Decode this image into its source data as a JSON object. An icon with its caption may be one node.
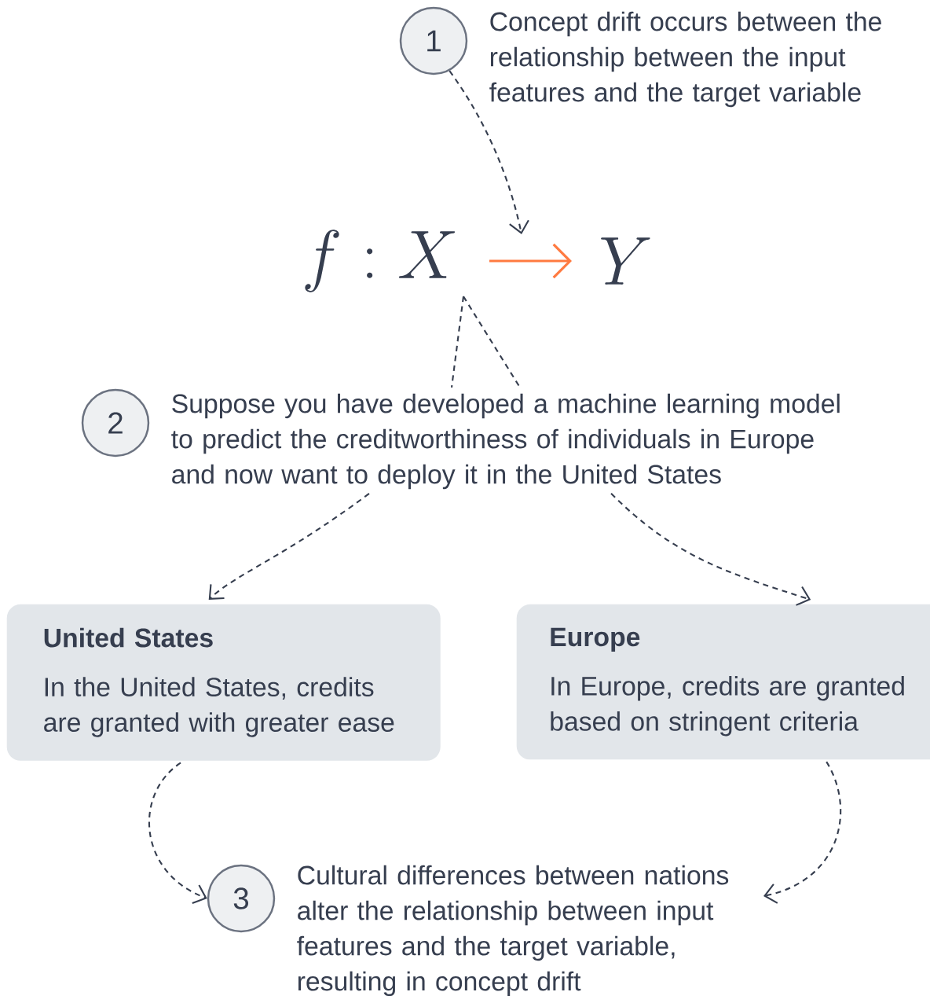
{
  "diagram": {
    "nodes": [
      {
        "text": [
          "1"
        ]
      },
      {
        "text": [
          "Concept drift occurs between the relationship between the input features and the target variable"
        ]
      },
      {
        "text": [
          "f : X"
        ]
      },
      {
        "text": [
          "Y"
        ]
      },
      {
        "text": [
          "2"
        ]
      },
      {
        "text": [
          "Suppose you have developed a machine learning model to predict the creditworthiness of individuals in Europe and now want to deploy it in the United States"
        ]
      },
      {
        "text": [
          "United States",
          "In the United States, credits are granted with greater ease"
        ]
      },
      {
        "text": [
          "Europe",
          "In Europe, credits are granted based on stringent criteria"
        ]
      },
      {
        "text": [
          "3"
        ]
      },
      {
        "text": [
          "Cultural differences between nations alter the relationship between input features and the target variable, resulting in concept drift"
        ]
      }
    ],
    "edges": [
      {
        "from": 0,
        "to": null,
        "arrow": "to",
        "style": "dashed"
      },
      {
        "from": 2,
        "to": 3,
        "arrow": "to",
        "color": "#ff7a40"
      },
      {
        "from": 5,
        "to": 2,
        "arrow": "none",
        "style": "dashed"
      },
      {
        "from": 5,
        "to": 6,
        "arrow": "to",
        "style": "dashed"
      },
      {
        "from": 5,
        "to": 7,
        "arrow": "to",
        "style": "dashed"
      },
      {
        "from": 6,
        "to": 8,
        "arrow": "to",
        "style": "dashed"
      },
      {
        "from": 7,
        "to": 9,
        "arrow": "to",
        "style": "dashed"
      }
    ]
  }
}
